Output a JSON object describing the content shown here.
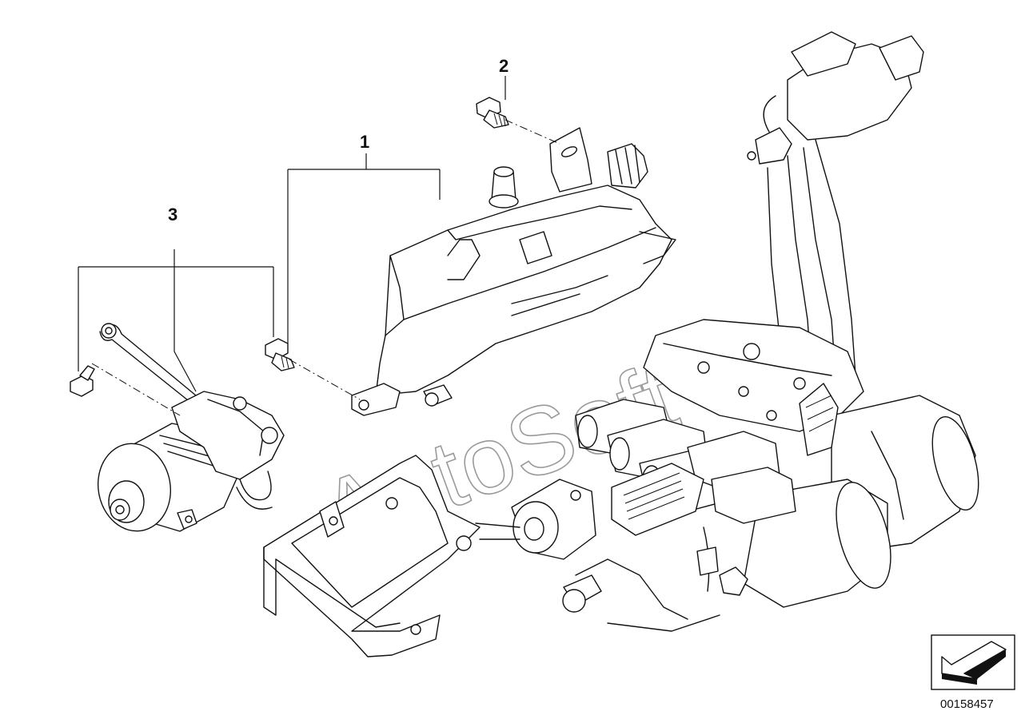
{
  "callouts": [
    {
      "id": "1",
      "label": "1"
    },
    {
      "id": "2",
      "label": "2"
    },
    {
      "id": "3",
      "label": "3"
    }
  ],
  "watermark": "AutoSoft",
  "diagram_code": "00158457",
  "icons": {
    "orientation": "direction-arrow-icon"
  }
}
